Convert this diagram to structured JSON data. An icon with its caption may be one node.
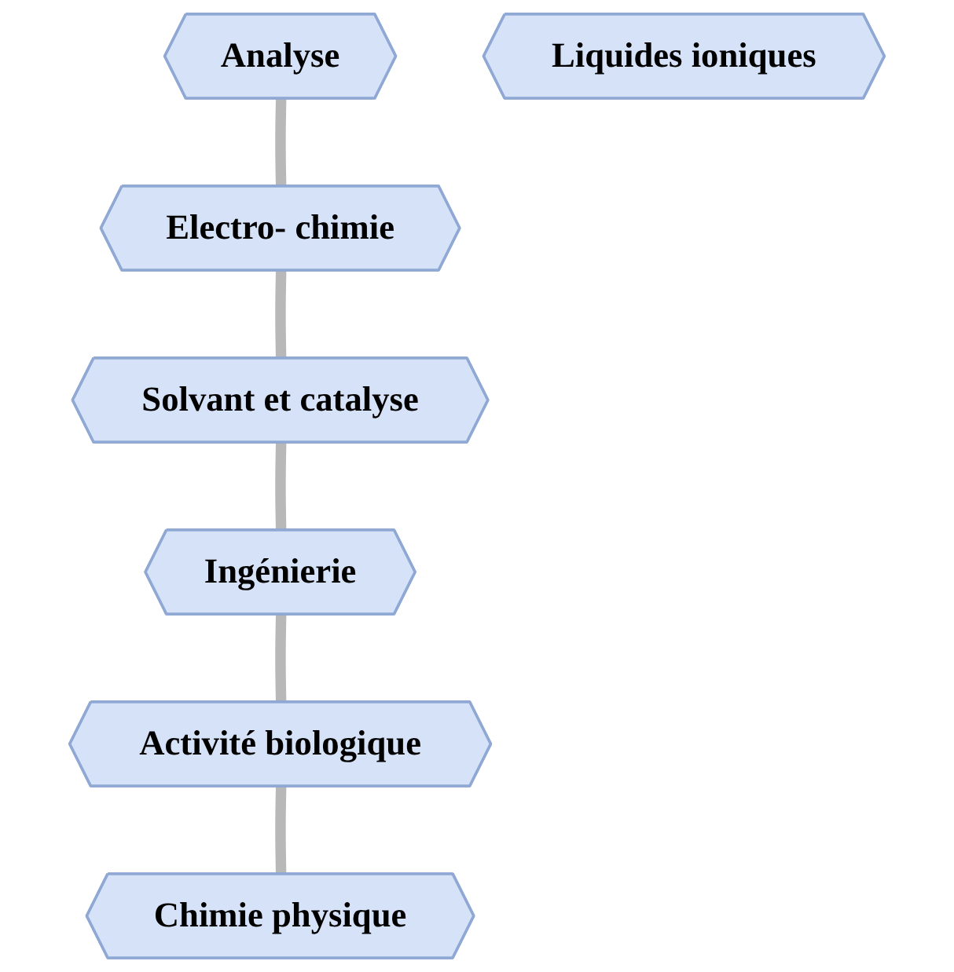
{
  "diagram": {
    "nodes": [
      {
        "text": [
          "Analyse"
        ]
      },
      {
        "text": [
          "Chimie physique"
        ]
      },
      {
        "text": [
          "Electro- chimie"
        ]
      },
      {
        "text": [
          "Liquides ioniques"
        ]
      },
      {
        "text": [
          "Solvant et catalyse"
        ]
      },
      {
        "text": [
          "Activité biologique"
        ]
      },
      {
        "text": [
          "Ingénierie"
        ]
      }
    ],
    "edges": [
      {
        "from": 0,
        "to": 2,
        "arrow": "none"
      },
      {
        "from": 2,
        "to": 4,
        "arrow": "none"
      },
      {
        "from": 4,
        "to": 6,
        "arrow": "none"
      },
      {
        "from": 6,
        "to": 5,
        "arrow": "none"
      },
      {
        "from": 5,
        "to": 1,
        "arrow": "none"
      }
    ]
  }
}
